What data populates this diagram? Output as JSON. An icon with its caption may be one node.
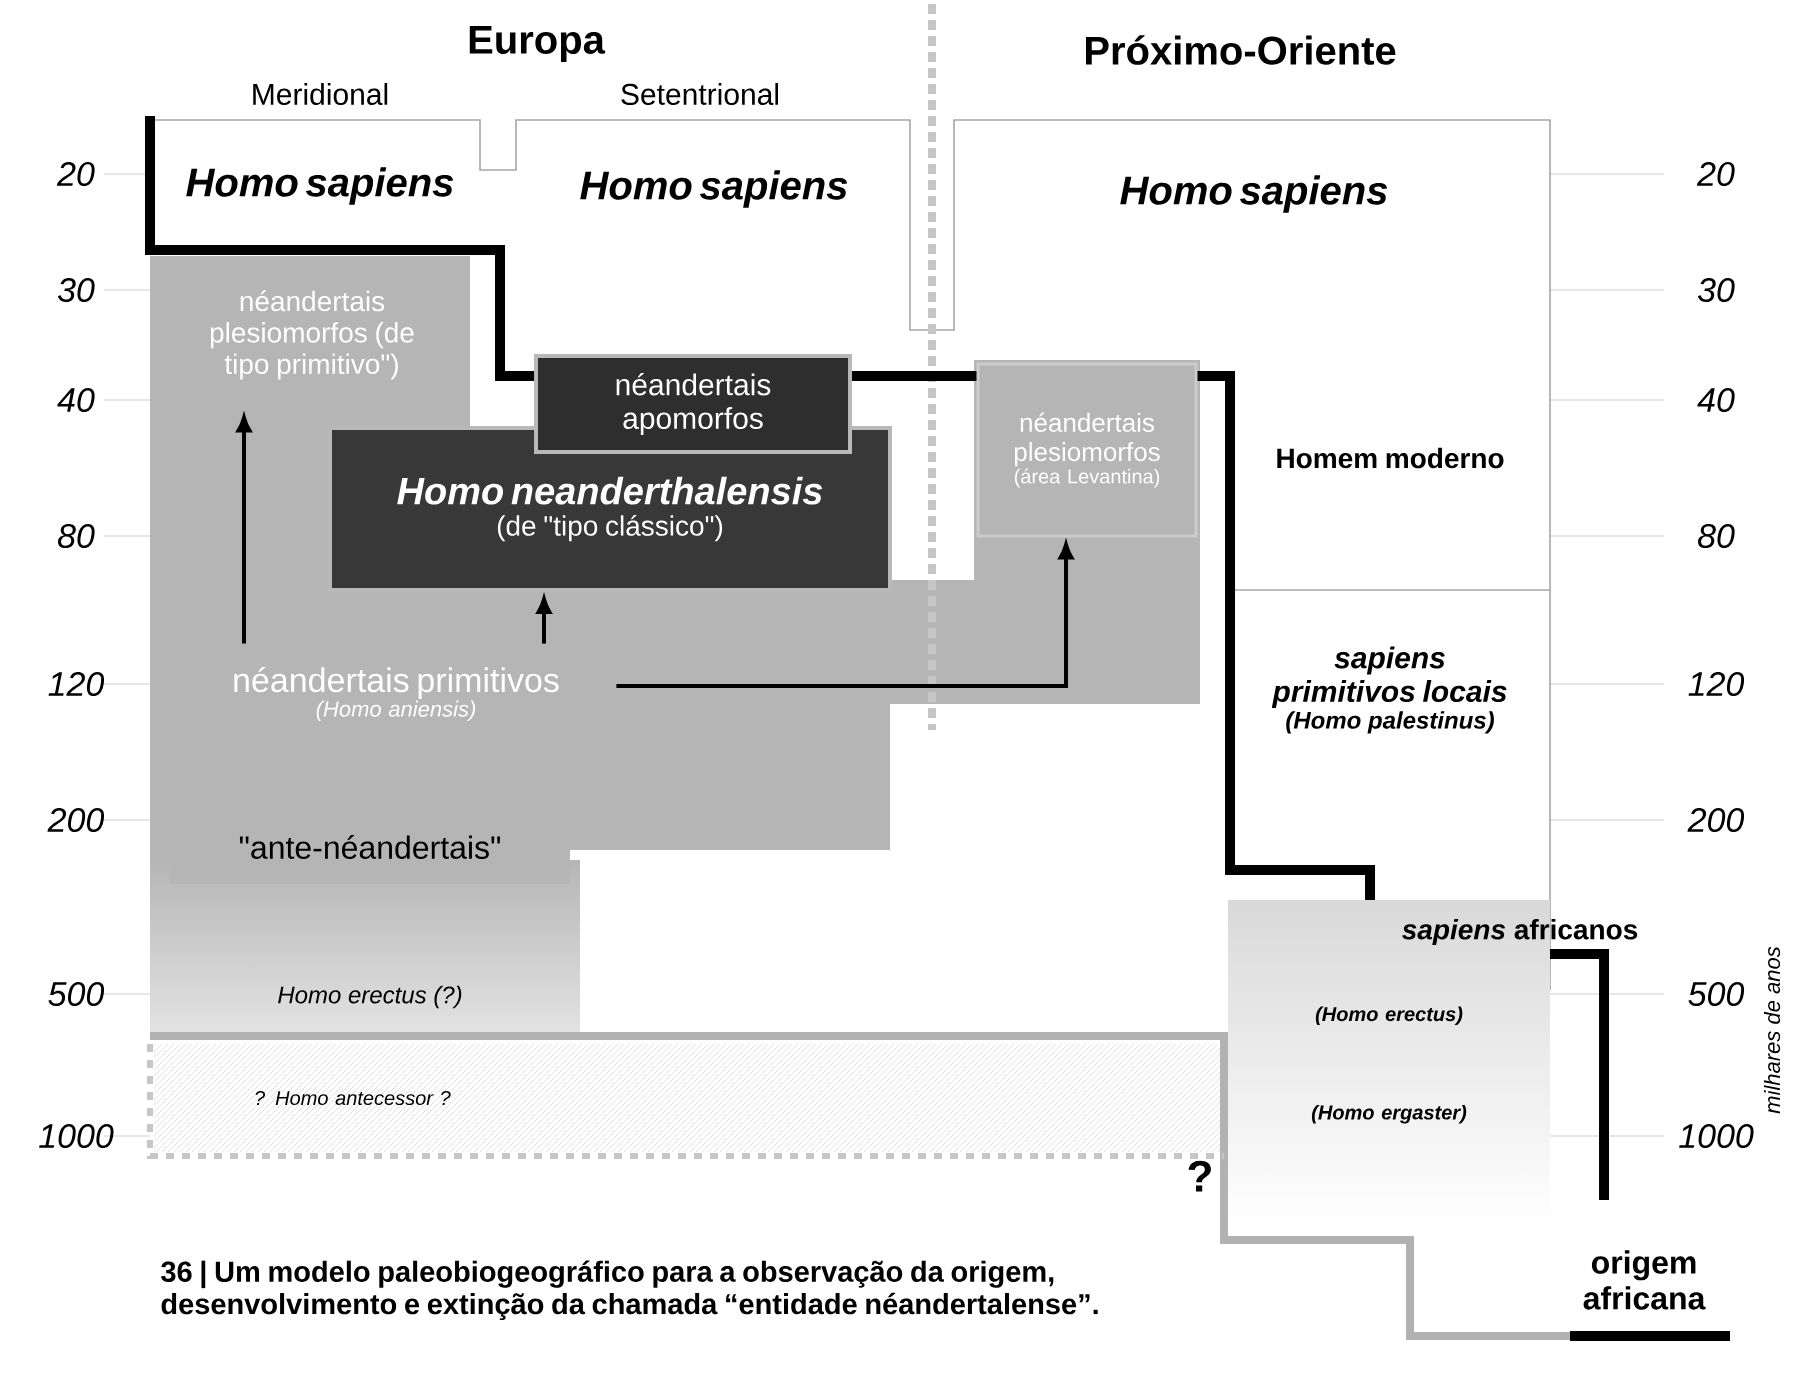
{
  "diagram": {
    "caption": "36 | Um modelo paleobiogeográfico para a observação da origem, desenvolvimento e extinção da chamada “entidade néandertalense”.",
    "nodes": [
      {
        "text": [
          "Homo sapiens"
        ]
      },
      {
        "text": [
          "Homo sapiens"
        ]
      },
      {
        "text": [
          "Homo sapiens"
        ]
      },
      {
        "text": [
          "néandertais plesiomorfos (de tipo primitivo\")"
        ]
      },
      {
        "text": [
          "néandertais apomorfos"
        ]
      },
      {
        "text": [
          "Homo neanderthalensis",
          "(de \"tipo clássico\")"
        ]
      },
      {
        "text": [
          "néandertais plesiomorfos",
          "(área Levantina)"
        ]
      },
      {
        "text": [
          "néandertais primitivos",
          "(Homo aniensis)"
        ]
      },
      {
        "text": [
          "\"ante-néandertais\""
        ]
      },
      {
        "text": [
          "Homo erectus (?)"
        ]
      },
      {
        "text": [
          "? Homo antecessor ?"
        ]
      },
      {
        "text": [
          "Homem moderno"
        ]
      },
      {
        "text": [
          "sapiens primitivos locais",
          "(Homo palestinus)"
        ]
      },
      {
        "text": [
          "(Homo erectus)",
          "(Homo ergaster)"
        ]
      }
    ],
    "edges": [
      {
        "from": 7,
        "to": 3,
        "arrow": "to"
      },
      {
        "from": 7,
        "to": 5,
        "arrow": "to"
      },
      {
        "from": 7,
        "to": 6,
        "arrow": "to"
      }
    ],
    "labels": [
      "Europa",
      "Próximo-Oriente",
      "Meridional",
      "Setentrional",
      "20",
      "20",
      "30",
      "30",
      "40",
      "40",
      "80",
      "80",
      "120",
      "120",
      "200",
      "200",
      "500",
      "500",
      "1000",
      "1000",
      "*sapiens* africanos",
      "?",
      "origem africana",
      "milhares de anos"
    ]
  }
}
